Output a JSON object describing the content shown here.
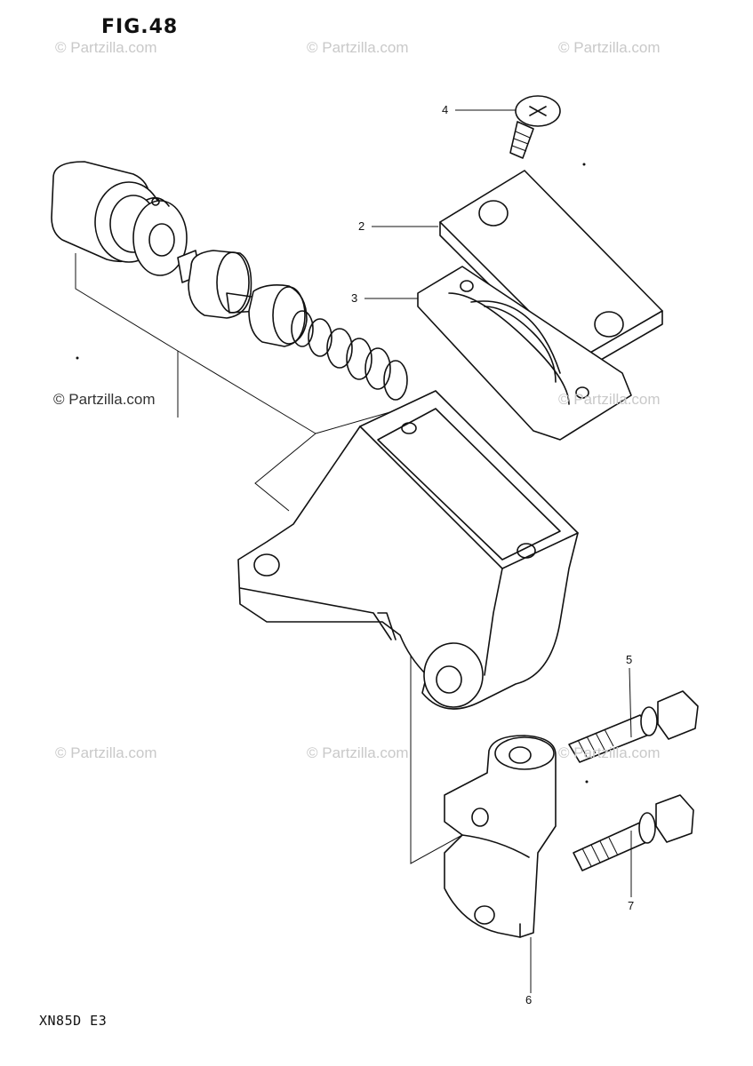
{
  "figure": {
    "title": "FIG.48",
    "model_code": "XN85D E3"
  },
  "watermarks": [
    "© Partzilla.com",
    "© Partzilla.com",
    "© Partzilla.com",
    "© Partzilla.com",
    "© Partzilla.com",
    "© Partzilla.com",
    "© Partzilla.com",
    "© Partzilla.com"
  ],
  "callouts": [
    "2",
    "3",
    "4",
    "5",
    "6",
    "7"
  ],
  "parts": {
    "piston_cup": "piston-cup-assembly",
    "spring": "return-spring",
    "cap": "reservoir-cap",
    "diaphragm": "reservoir-diaphragm",
    "screw": "cap-screw",
    "body": "master-cylinder-body",
    "clamp": "handlebar-clamp",
    "bolt_upper": "clamp-bolt-upper",
    "bolt_lower": "clamp-bolt-lower"
  }
}
